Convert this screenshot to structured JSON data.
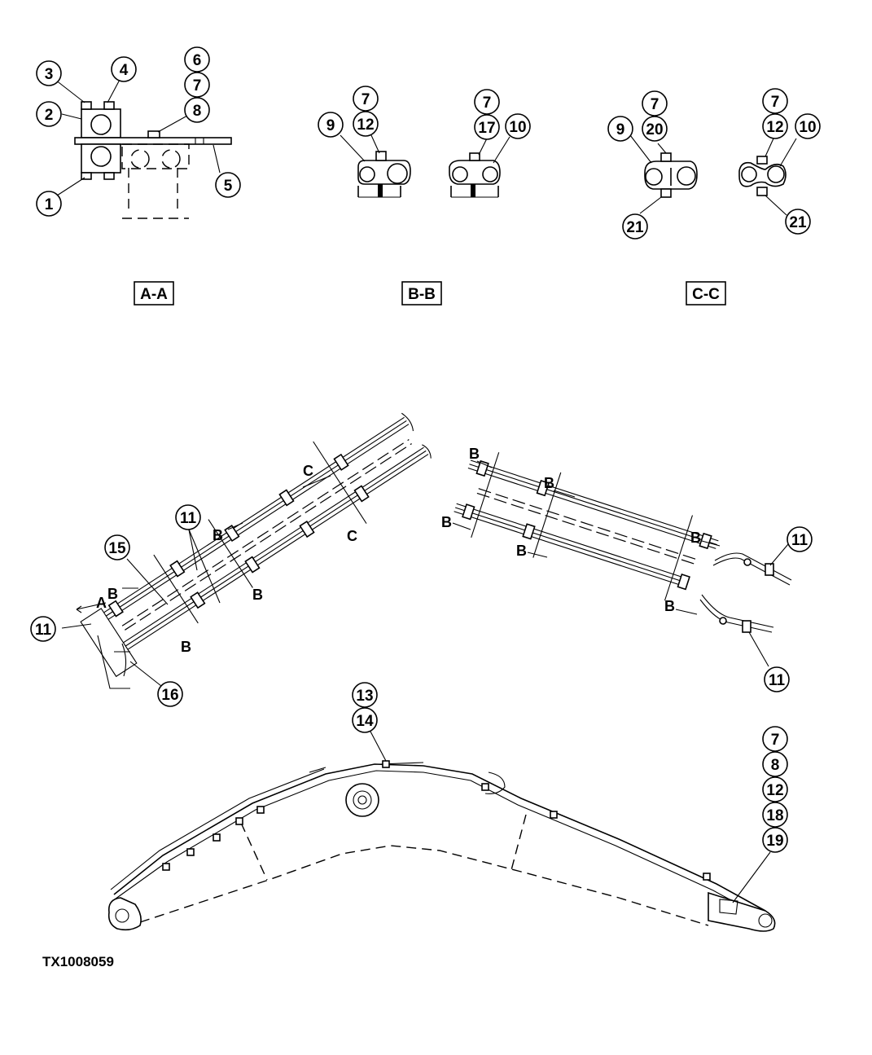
{
  "sections": {
    "a": "A-A",
    "b": "B-B",
    "c": "C-C"
  },
  "callouts": {
    "n1": "1",
    "n2": "2",
    "n3": "3",
    "n4": "4",
    "n5": "5",
    "n6": "6",
    "n7": "7",
    "n8": "8",
    "n9": "9",
    "n10": "10",
    "n11": "11",
    "n12": "12",
    "n13": "13",
    "n14": "14",
    "n15": "15",
    "n16": "16",
    "n17": "17",
    "n18": "18",
    "n19": "19",
    "n20": "20",
    "n21": "21"
  },
  "markers": {
    "a": "A",
    "b": "B",
    "c": "C"
  },
  "figure_code": "TX1008059"
}
